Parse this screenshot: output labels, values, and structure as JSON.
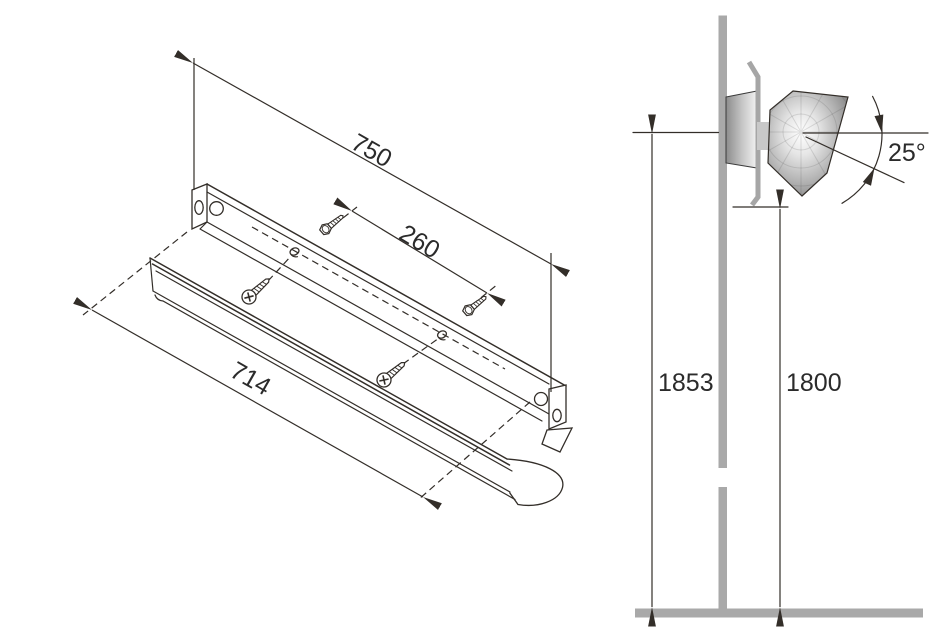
{
  "drawing": {
    "isometric_view": {
      "dim_overall_length": "750",
      "dim_hole_spacing": "260",
      "dim_body_length": "714"
    },
    "side_view": {
      "dim_center_height": "1853",
      "dim_bottom_height": "1800",
      "dim_tilt_angle": "25°"
    },
    "colors": {
      "wall_gray": "#a9a9a9",
      "bracket_gray": "#a6a6a6",
      "pivot_gray": "#c8c8c8",
      "line_dark": "#332e29"
    }
  }
}
